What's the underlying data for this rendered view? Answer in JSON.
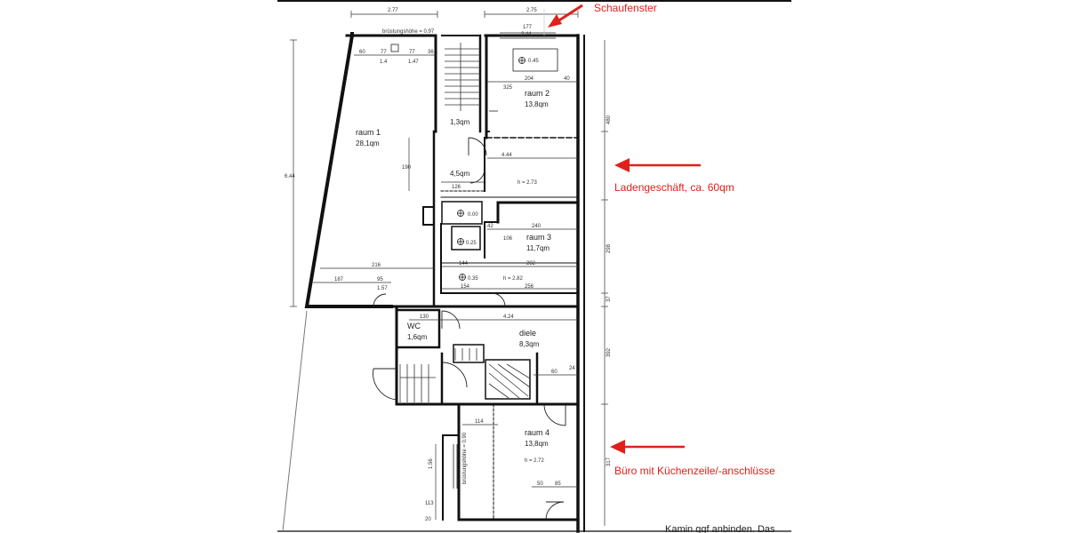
{
  "annotations": {
    "shop_window": "Schaufenster",
    "shop": "Ladengeschäft, ca. 60qm",
    "office": "Büro mit Küchenzeile/-anschlüsse"
  },
  "rooms": {
    "raum1": {
      "name": "raum 1",
      "area": "28,1qm"
    },
    "raum2": {
      "name": "raum 2",
      "area": "13,8qm"
    },
    "raum3": {
      "name": "raum 3",
      "area": "11,7qm"
    },
    "raum4": {
      "name": "raum 4",
      "area": "13,8qm"
    },
    "wc": {
      "name": "WC",
      "area": "1,6qm"
    },
    "diele": {
      "name": "diele",
      "area": "8,3qm"
    },
    "hall1": {
      "area": "1,3qm"
    },
    "hall2": {
      "area": "4,5qm"
    }
  },
  "dimensions": {
    "top_left": "2.77",
    "top_right": "2.75",
    "window_inner": "177",
    "window_width": "2.44",
    "brust_top": "brüstungshöhe = 0.97",
    "d60": "60",
    "d77a": "77",
    "d1_4": "1.4",
    "d77b": "77",
    "d1_47": "1.47",
    "d36": "36",
    "d0_45": "0.45",
    "d204": "204",
    "d40": "40",
    "d325": "325",
    "left_height": "6.44",
    "d190": "190",
    "d126": "126",
    "d4_44": "4.44",
    "h273": "h = 2.73",
    "d0_00": "0.00",
    "d0_25": "0.25",
    "d240": "240",
    "d42": "42",
    "d106": "106",
    "d216": "216",
    "d144": "144",
    "d282": "282",
    "d187": "187",
    "d95": "95",
    "d1_57": "1.57",
    "d0_35": "0.35",
    "h282": "h = 2.82",
    "d154": "154",
    "d256": "256",
    "d130": "130",
    "d4_24": "4.24",
    "d60b": "60",
    "d24": "24",
    "d114": "114",
    "h272": "h = 2.72",
    "brust_side": "brüstungshöhe = 0.90",
    "d1_56": "1.56",
    "d50": "50",
    "d85": "85",
    "d113": "113",
    "d20": "20",
    "right_480": "480",
    "right_298": "298",
    "right_37": "37",
    "right_392": "392",
    "right_317": "317",
    "cut_text": "Kamin ggf anbinden. Das"
  }
}
